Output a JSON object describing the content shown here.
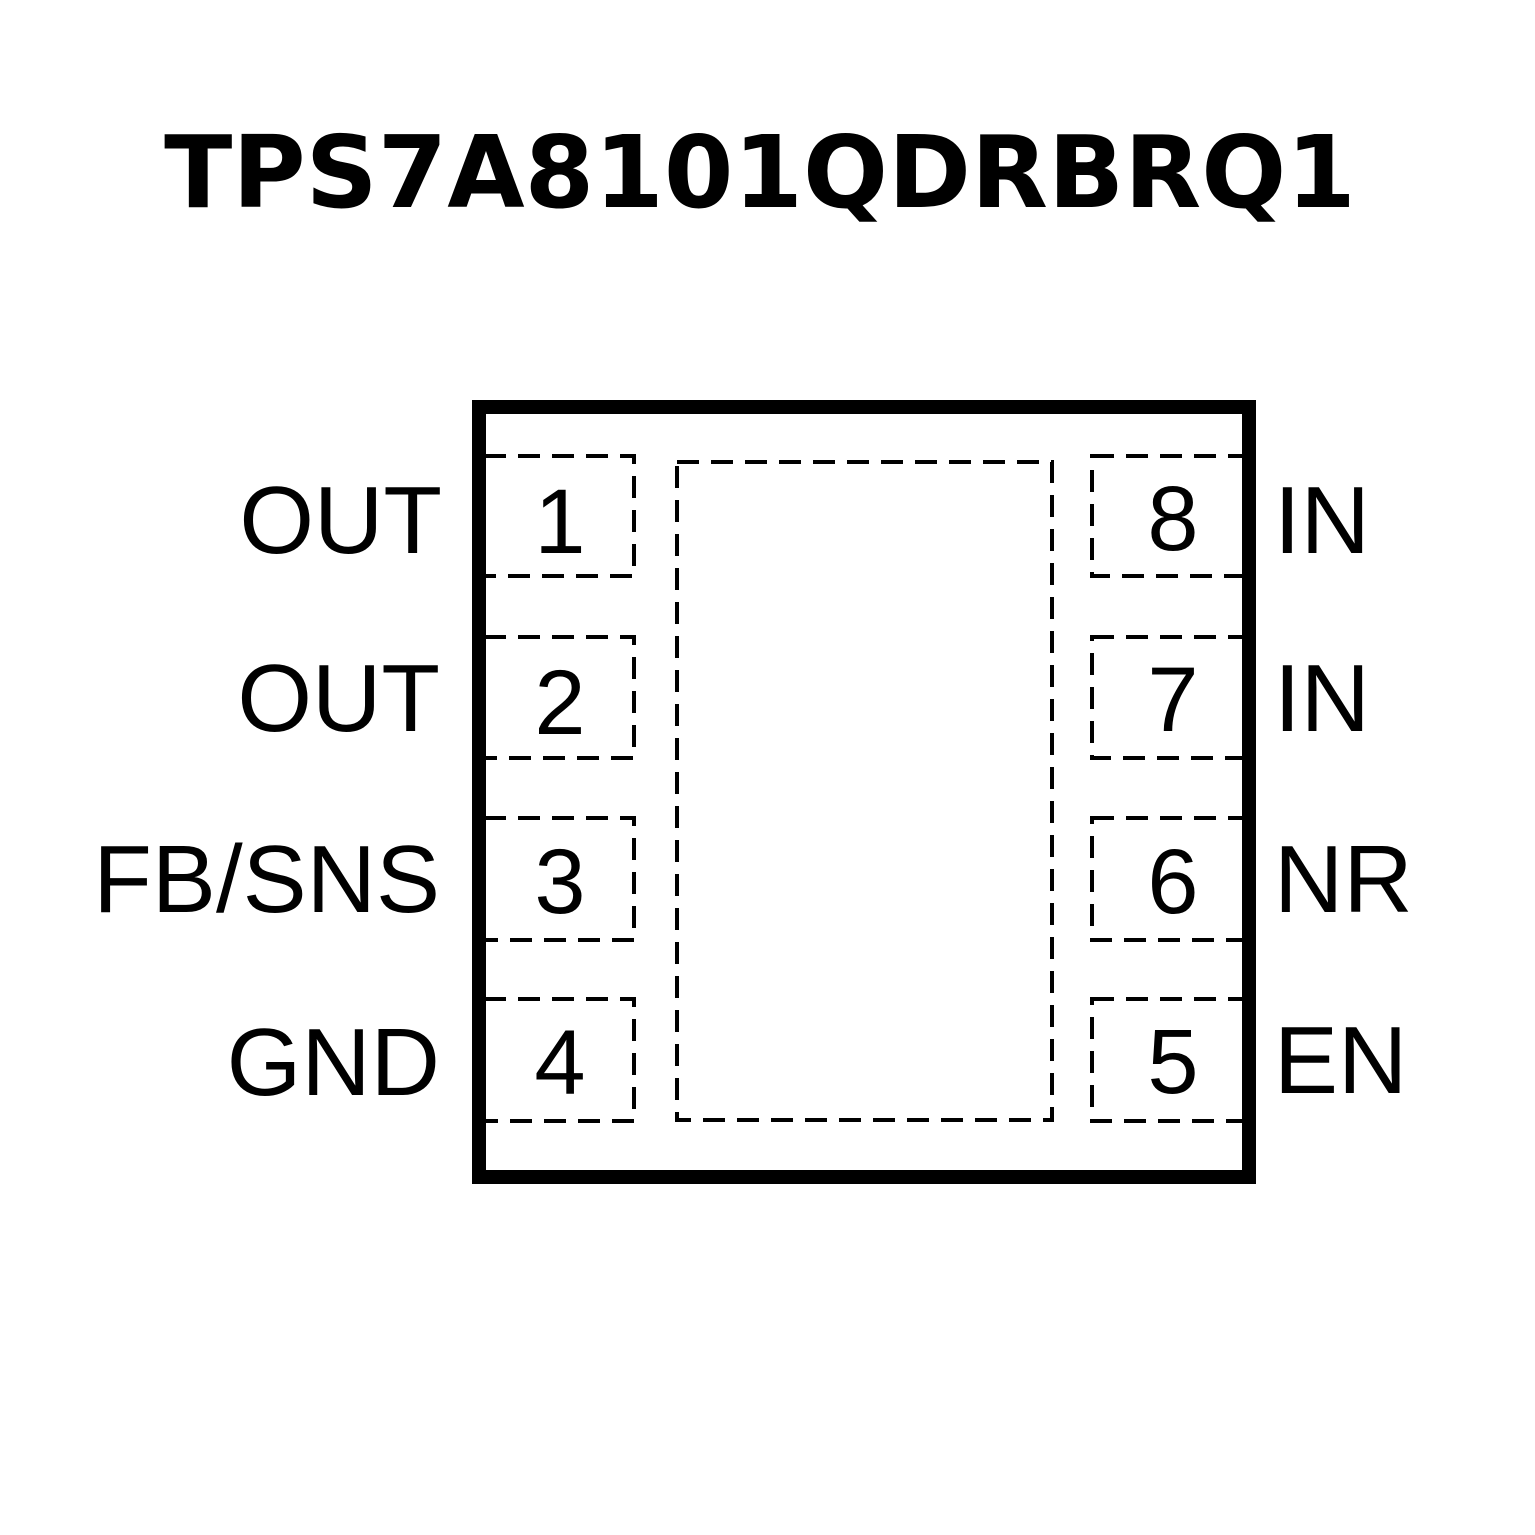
{
  "title": "TPS7A8101QDRBRQ1",
  "pins": {
    "left": [
      {
        "number": "1",
        "name": "OUT"
      },
      {
        "number": "2",
        "name": "OUT"
      },
      {
        "number": "3",
        "name": "FB/SNS"
      },
      {
        "number": "4",
        "name": "GND"
      }
    ],
    "right": [
      {
        "number": "8",
        "name": "IN"
      },
      {
        "number": "7",
        "name": "IN"
      },
      {
        "number": "6",
        "name": "NR"
      },
      {
        "number": "5",
        "name": "EN"
      }
    ]
  }
}
